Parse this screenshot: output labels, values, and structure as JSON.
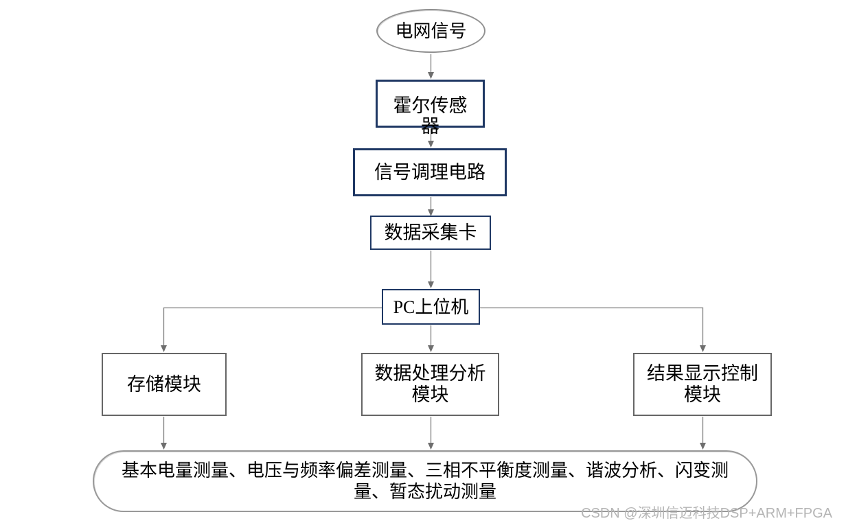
{
  "colors": {
    "background": "#ffffff",
    "text": "#000000",
    "navy_border": "#1f3864",
    "gray_border": "#666666",
    "ellipse_border": "#909090",
    "stadium_border": "#999999",
    "connector": "#7f7f7f",
    "arrowhead": "#6e6e6e",
    "watermark": "#b5b5b5"
  },
  "nodes": {
    "grid_signal": {
      "label": "电网信号"
    },
    "hall_sensor": {
      "label": "霍尔传感器",
      "lines": [
        "霍尔传感",
        "器"
      ]
    },
    "signal_conditioning": {
      "label": "信号调理电路"
    },
    "daq_card": {
      "label": "数据采集卡"
    },
    "pc_host": {
      "label": "PC上位机"
    },
    "storage_module": {
      "label": "存储模块"
    },
    "processing_module": {
      "label": "数据处理分析模块",
      "lines": [
        "数据处理分析",
        "模块"
      ]
    },
    "display_module": {
      "label": "结果显示控制模块",
      "lines": [
        "结果显示控制",
        "模块"
      ]
    },
    "measurements": {
      "label": "基本电量测量、电压与频率偏差测量、三相不平衡度测量、谐波分析、闪变测量、暂态扰动测量",
      "lines": [
        "基本电量测量、电压与频率偏差测量、三相不平衡度测量、谐波分析、闪变测",
        "量、暂态扰动测量"
      ]
    }
  },
  "edges": [
    {
      "from": "grid_signal",
      "to": "hall_sensor"
    },
    {
      "from": "hall_sensor",
      "to": "signal_conditioning"
    },
    {
      "from": "signal_conditioning",
      "to": "daq_card"
    },
    {
      "from": "daq_card",
      "to": "pc_host"
    },
    {
      "from": "pc_host",
      "to": "storage_module"
    },
    {
      "from": "pc_host",
      "to": "processing_module"
    },
    {
      "from": "pc_host",
      "to": "display_module"
    },
    {
      "from": "storage_module",
      "to": "measurements"
    },
    {
      "from": "processing_module",
      "to": "measurements"
    },
    {
      "from": "display_module",
      "to": "measurements"
    }
  ],
  "watermark": {
    "text": "CSDN @深圳信迈科技DSP+ARM+FPGA"
  }
}
